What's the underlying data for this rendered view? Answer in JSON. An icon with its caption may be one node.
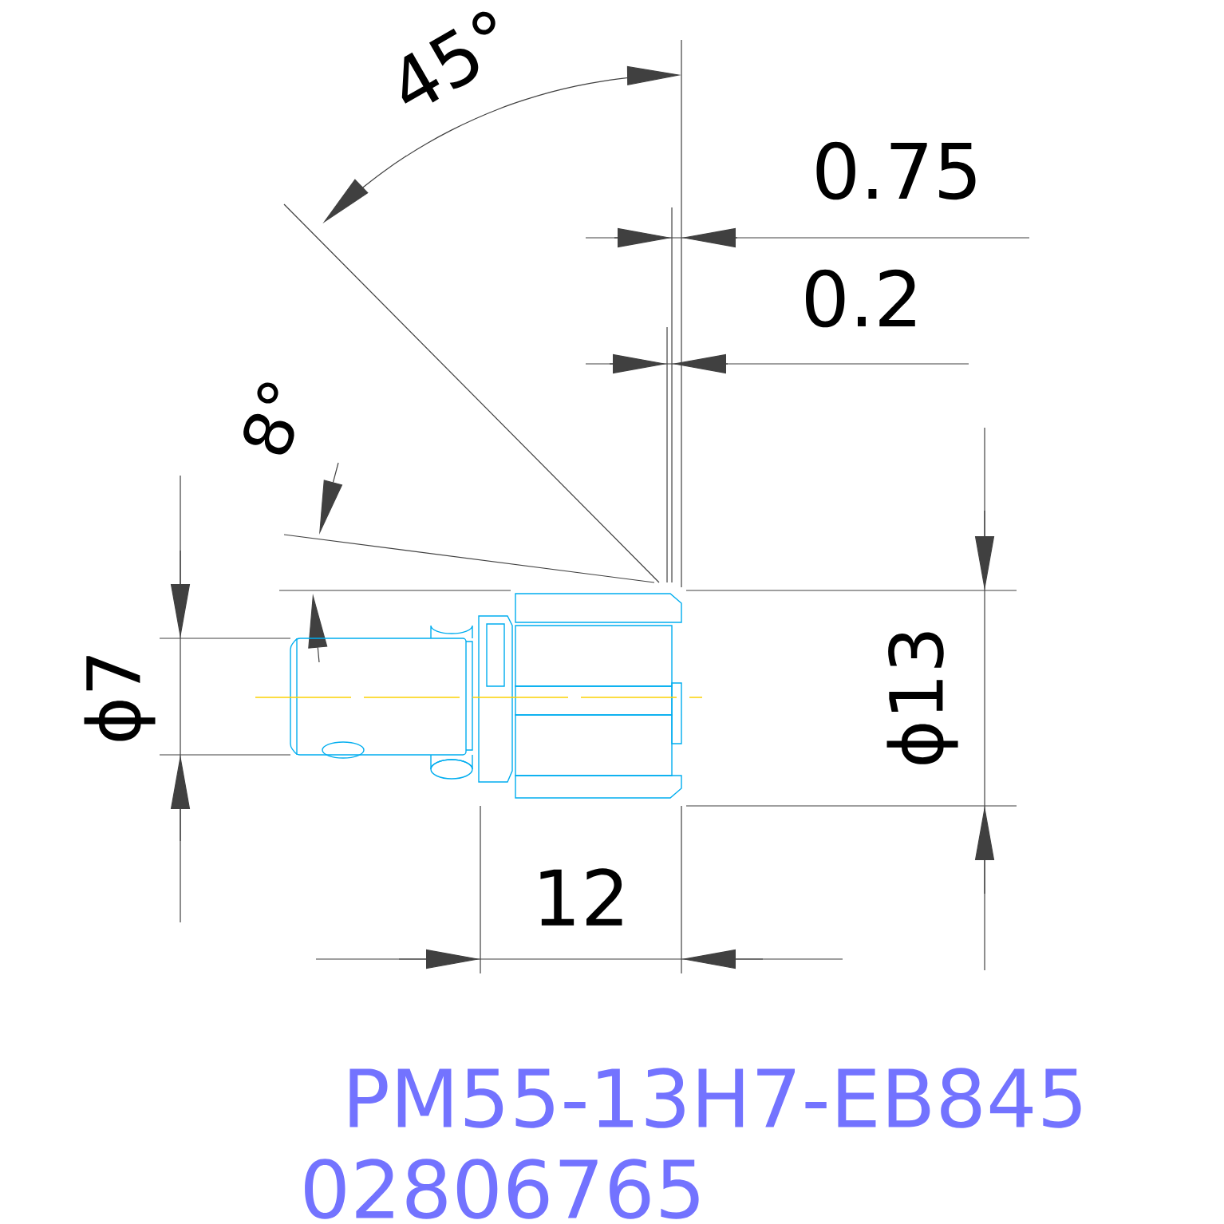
{
  "diagram": {
    "labels": [
      "45°",
      "0.75",
      "0.2",
      "8°",
      "ϕ7",
      "ϕ13",
      "12",
      "PM55-13H7-EB845",
      "02806765"
    ]
  }
}
